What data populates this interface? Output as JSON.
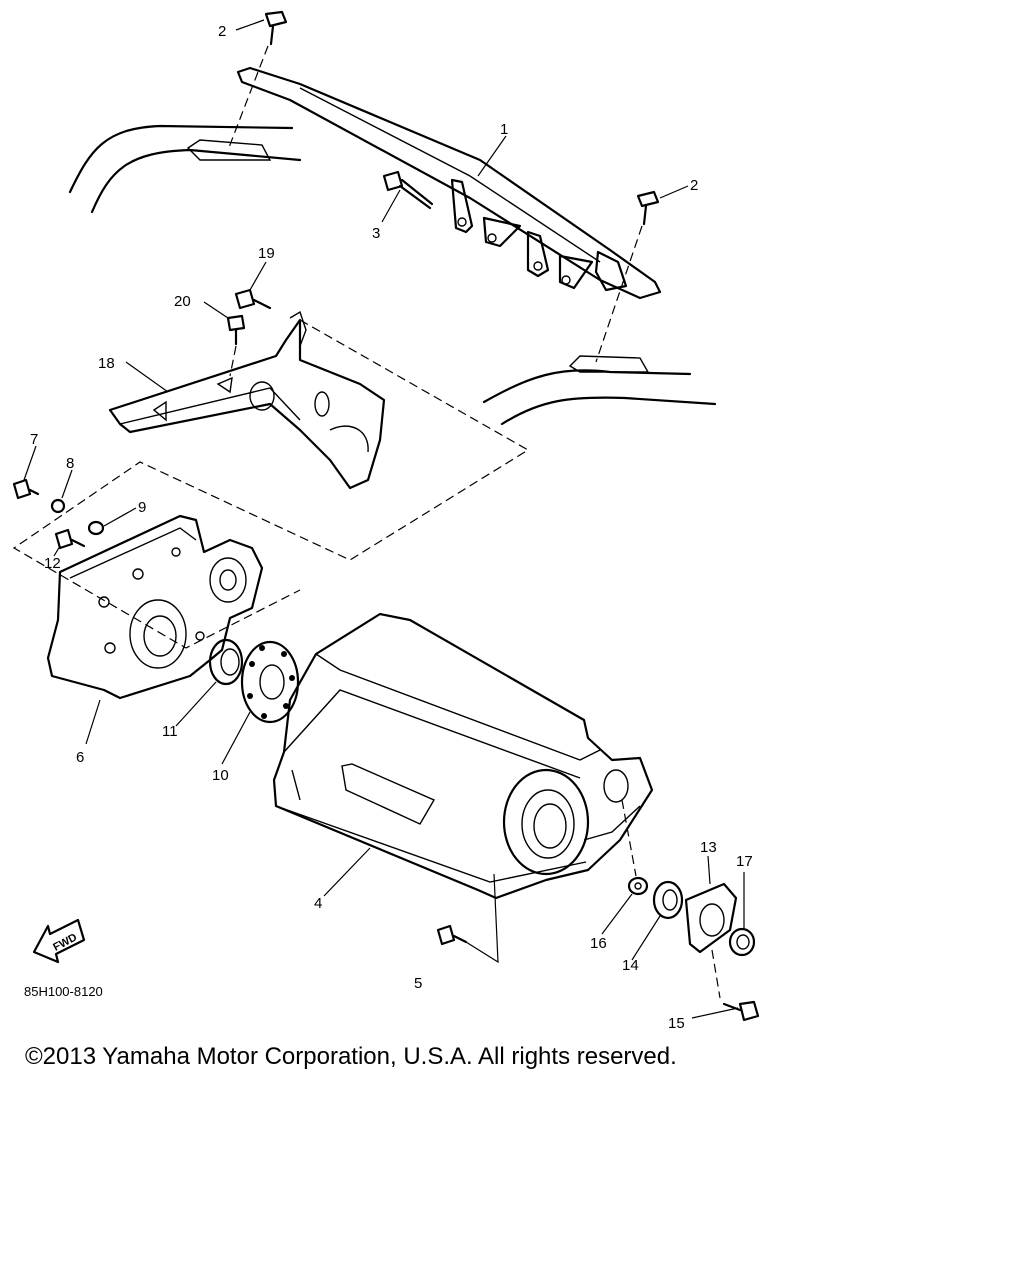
{
  "diagram": {
    "drawing_code": "85H100-8120",
    "fwd_label": "FWD",
    "callouts": {
      "c1": "1",
      "c2a": "2",
      "c2b": "2",
      "c3": "3",
      "c4": "4",
      "c5": "5",
      "c6": "6",
      "c7": "7",
      "c8": "8",
      "c9": "9",
      "c10": "10",
      "c11": "11",
      "c12": "12",
      "c13": "13",
      "c14": "14",
      "c15": "15",
      "c16": "16",
      "c17": "17",
      "c18": "18",
      "c19": "19",
      "c20": "20"
    }
  },
  "footer": {
    "copyright": "©2013 Yamaha Motor Corporation, U.S.A. All rights reserved."
  }
}
